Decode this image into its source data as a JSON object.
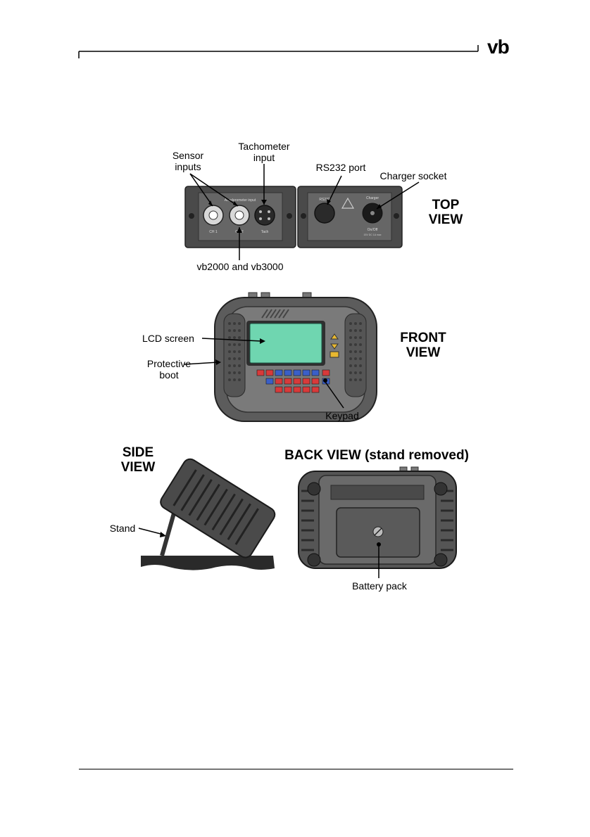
{
  "header": {
    "logo": "vb"
  },
  "figure": {
    "top_view": {
      "title_line1": "TOP",
      "title_line2": "VIEW",
      "callouts": {
        "sensor_line1": "Sensor",
        "sensor_line2": "inputs",
        "tach_line1": "Tachometer",
        "tach_line2": "input",
        "rs232": "RS232 port",
        "charger": "Charger socket",
        "models": "vb2000 and vb3000"
      },
      "panel_text": {
        "accel_input": "Accelerometer input",
        "ch1": "CH 1",
        "ch2": "CH 2",
        "tach": "Tach",
        "rs232": "RS232",
        "charger": "Charger",
        "on_off": "On/Off",
        "spec": "15V DC 1A max"
      }
    },
    "front_view": {
      "title_line1": "FRONT",
      "title_line2": "VIEW",
      "callouts": {
        "lcd": "LCD screen",
        "boot_line1": "Protective",
        "boot_line2": "boot",
        "keypad": "Keypad"
      }
    },
    "side_view": {
      "title_line1": "SIDE",
      "title_line2": "VIEW",
      "callouts": {
        "stand": "Stand"
      }
    },
    "back_view": {
      "title": "BACK VIEW (stand removed)",
      "callouts": {
        "battery": "Battery pack"
      }
    }
  },
  "colors": {
    "device_dark": "#4a4a4a",
    "device_mid": "#6b6b6b",
    "device_light": "#9a9a9a",
    "lcd": "#6fd6b0",
    "key_red": "#d83a3a",
    "key_blue": "#3a5fc8",
    "key_yellow": "#e8b830"
  }
}
